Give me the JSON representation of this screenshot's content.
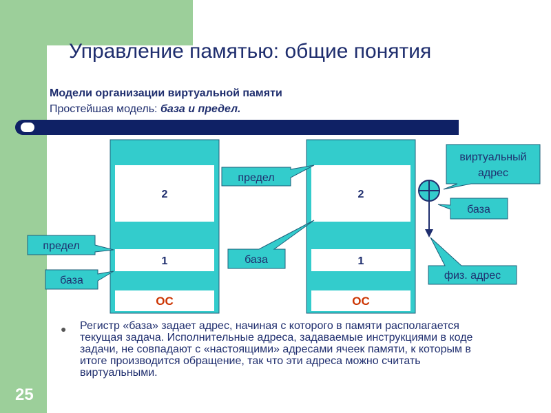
{
  "slide": {
    "title": "Управление памятью: общие понятия",
    "subtitle_bold": "Модели организации виртуальной памяти",
    "subtitle_plain": "Простейшая модель: ",
    "subtitle_emph": "база и предел.",
    "page_number": "25"
  },
  "diagram": {
    "left_column": {
      "segment_2": "2",
      "segment_1": "1",
      "segment_os": "ОС"
    },
    "right_column": {
      "segment_2": "2",
      "segment_1": "1",
      "segment_os": "ОС"
    },
    "callouts": {
      "left_limit": "предел",
      "left_base": "база",
      "right_limit": "предел",
      "right_base": "база",
      "virtual_address_line1": "виртуальный",
      "virtual_address_line2": "адрес",
      "adder_base": "база",
      "physical_address": "физ. адрес"
    }
  },
  "bullet": {
    "text": "Регистр «база» задает адрес, начиная с которого в памяти располагается текущая задача. Исполнительные адреса, задаваемые инструкциями в коде задачи, не совпадают с «настоящими» адресами ячеек памяти, к которым в итоге производится обращение, так что эти адреса можно считать виртуальными."
  },
  "colors": {
    "teal": "#33cccc",
    "navy": "#0f2165",
    "green_band": "#9ccf9a",
    "os_red": "#cc3300"
  }
}
